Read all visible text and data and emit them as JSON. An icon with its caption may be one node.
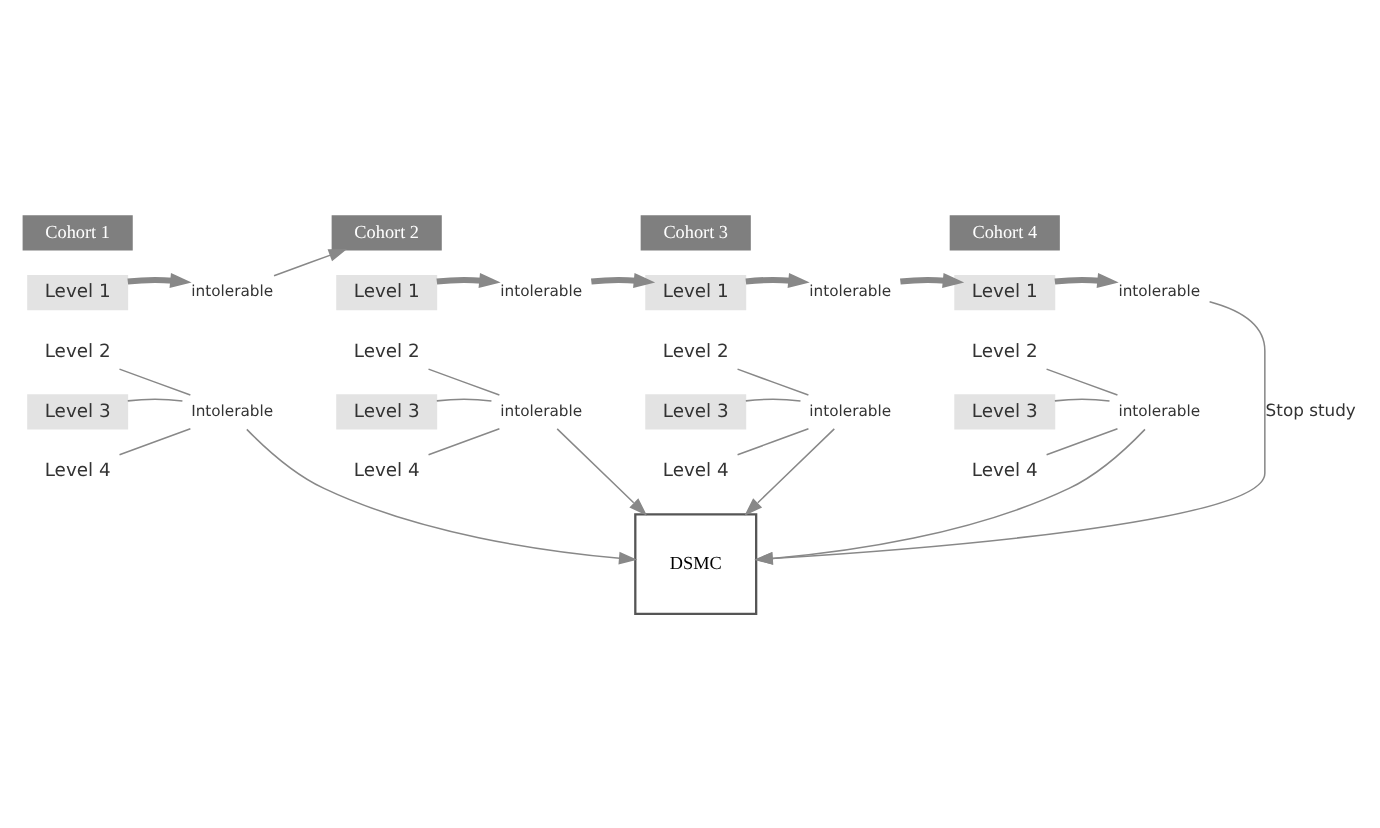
{
  "diagram": {
    "nodes": [
      {
        "text": [
          "Cohort 2"
        ]
      },
      {
        "text": [
          "Level 1"
        ]
      },
      {
        "text": [
          "Level 2"
        ]
      },
      {
        "text": [
          "Level 3"
        ]
      },
      {
        "text": [
          "Level 4"
        ]
      },
      {
        "text": [
          "intolerable"
        ]
      },
      {
        "text": [
          "intolerable"
        ]
      },
      {
        "text": [
          "Cohort 3"
        ]
      },
      {
        "text": [
          "Level 1"
        ]
      },
      {
        "text": [
          "Level 2"
        ]
      },
      {
        "text": [
          "Level 3"
        ]
      },
      {
        "text": [
          "Level 4"
        ]
      },
      {
        "text": [
          "intolerable"
        ]
      },
      {
        "text": [
          "intolerable"
        ]
      },
      {
        "text": [
          "Cohort 4"
        ]
      },
      {
        "text": [
          "Level 1"
        ]
      },
      {
        "text": [
          "Level 2"
        ]
      },
      {
        "text": [
          "Level 3"
        ]
      },
      {
        "text": [
          "Level 4"
        ]
      },
      {
        "text": [
          "intolerable"
        ]
      },
      {
        "text": [
          "intolerable"
        ]
      },
      {
        "text": [
          "Cohort 1"
        ]
      },
      {
        "text": [
          "Level 1"
        ]
      },
      {
        "text": [
          "Level 2"
        ]
      },
      {
        "text": [
          "Level 3"
        ]
      },
      {
        "text": [
          "Level 4"
        ]
      },
      {
        "text": [
          "intolerable"
        ]
      },
      {
        "text": [
          "Intolerable"
        ]
      },
      {
        "text": [
          "DSMC"
        ]
      }
    ],
    "edges": [
      {
        "from": 22,
        "to": 26,
        "arrow": "to",
        "style": "thick"
      },
      {
        "from": 26,
        "to": 0,
        "arrow": "to"
      },
      {
        "from": 23,
        "to": 27,
        "arrow": "none"
      },
      {
        "from": 24,
        "to": 27,
        "arrow": "none"
      },
      {
        "from": 25,
        "to": 27,
        "arrow": "none"
      },
      {
        "from": 27,
        "to": 28,
        "arrow": "to"
      },
      {
        "from": 1,
        "to": 5,
        "arrow": "to",
        "style": "thick"
      },
      {
        "from": 5,
        "to": 8,
        "arrow": "to",
        "style": "thick"
      },
      {
        "from": 2,
        "to": 6,
        "arrow": "none"
      },
      {
        "from": 3,
        "to": 6,
        "arrow": "none"
      },
      {
        "from": 4,
        "to": 6,
        "arrow": "none"
      },
      {
        "from": 6,
        "to": 28,
        "arrow": "to"
      },
      {
        "from": 8,
        "to": 12,
        "arrow": "to",
        "style": "thick"
      },
      {
        "from": 12,
        "to": 15,
        "arrow": "to",
        "style": "thick"
      },
      {
        "from": 9,
        "to": 13,
        "arrow": "none"
      },
      {
        "from": 10,
        "to": 13,
        "arrow": "none"
      },
      {
        "from": 11,
        "to": 13,
        "arrow": "none"
      },
      {
        "from": 13,
        "to": 28,
        "arrow": "to"
      },
      {
        "from": 15,
        "to": 19,
        "arrow": "to",
        "style": "thick"
      },
      {
        "from": 16,
        "to": 20,
        "arrow": "none"
      },
      {
        "from": 17,
        "to": 20,
        "arrow": "none"
      },
      {
        "from": 18,
        "to": 20,
        "arrow": "none"
      },
      {
        "from": 20,
        "to": 28,
        "arrow": "to"
      },
      {
        "from": 19,
        "to": 28,
        "label": "Stop study",
        "arrow": "to"
      }
    ]
  }
}
